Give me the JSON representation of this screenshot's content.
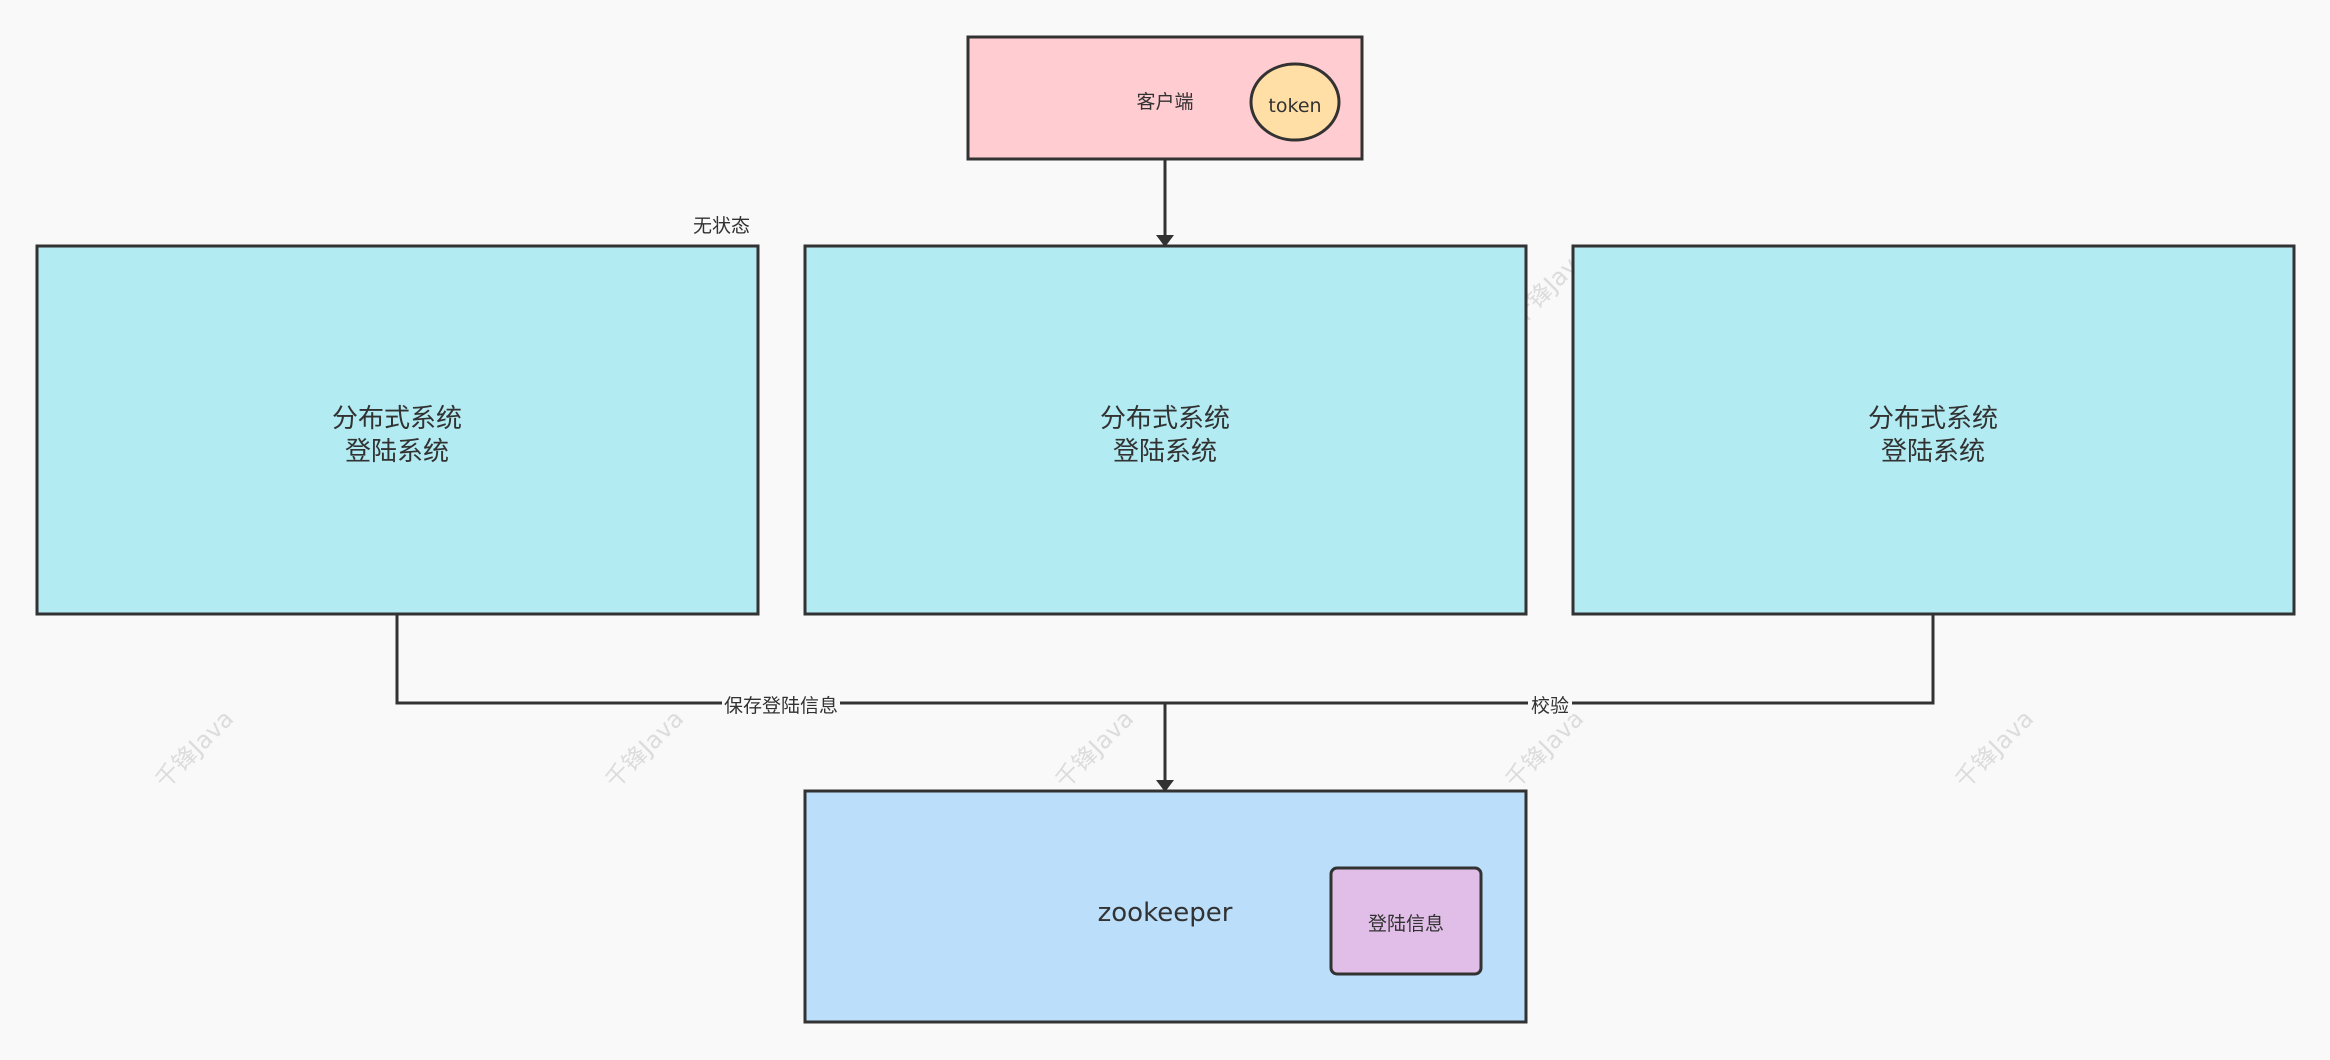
{
  "colors": {
    "client": "#ffccd2",
    "token": "#ffdfa6",
    "system": "#b2ebf2",
    "zookeeper": "#bbdefb",
    "login_info": "#e1bee7",
    "line": "#323232"
  },
  "client": {
    "label": "客户端",
    "token_label": "token"
  },
  "stateless_label": "无状态",
  "systems": [
    {
      "line1": "分布式系统",
      "line2": "登陆系统"
    },
    {
      "line1": "分布式系统",
      "line2": "登陆系统"
    },
    {
      "line1": "分布式系统",
      "line2": "登陆系统"
    }
  ],
  "edges": {
    "save_label": "保存登陆信息",
    "verify_label": "校验"
  },
  "zookeeper": {
    "label": "zookeeper",
    "inner_label": "登陆信息"
  },
  "watermark": "千锋Java"
}
